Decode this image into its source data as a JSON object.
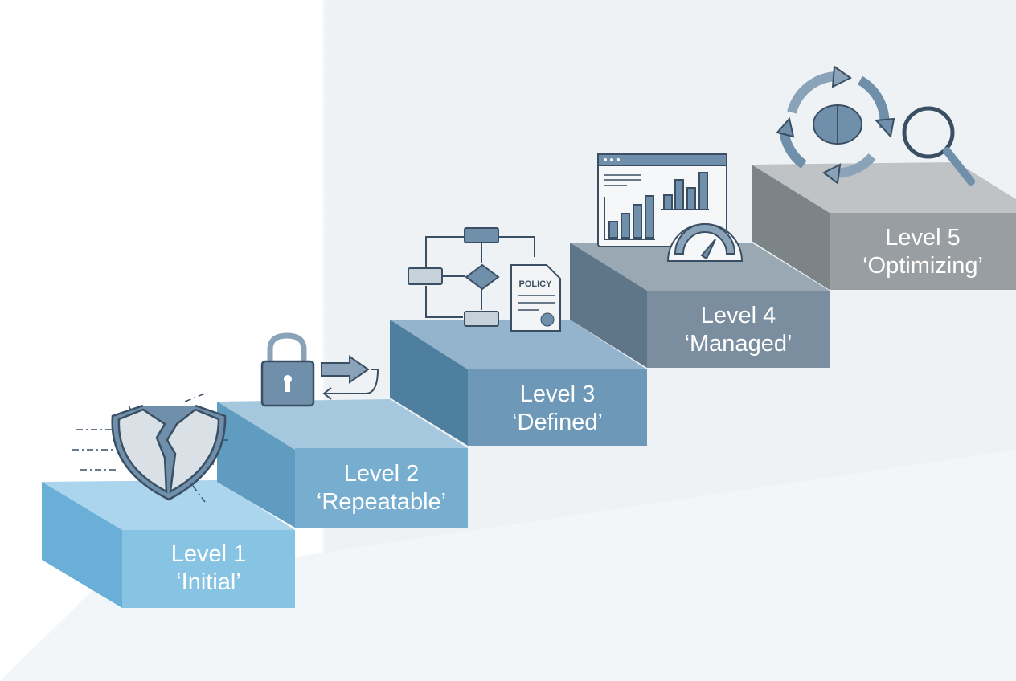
{
  "title": "Security maturity staircase",
  "levels": [
    {
      "level": "Level 1",
      "name": "‘Initial’",
      "icon": "broken-shield-icon"
    },
    {
      "level": "Level 2",
      "name": "‘Repeatable’",
      "icon": "padlock-icon"
    },
    {
      "level": "Level 3",
      "name": "‘Defined’",
      "icon": "flowchart-policy-icon"
    },
    {
      "level": "Level 4",
      "name": "‘Managed’",
      "icon": "dashboard-gauge-icon"
    },
    {
      "level": "Level 5",
      "name": "‘Optimizing’",
      "icon": "brain-cycle-magnifier-icon"
    }
  ],
  "policy_doc_label": "POLICY",
  "colors": {
    "icon_stroke": "#3a4f63",
    "icon_fill": "#6f8fab"
  }
}
